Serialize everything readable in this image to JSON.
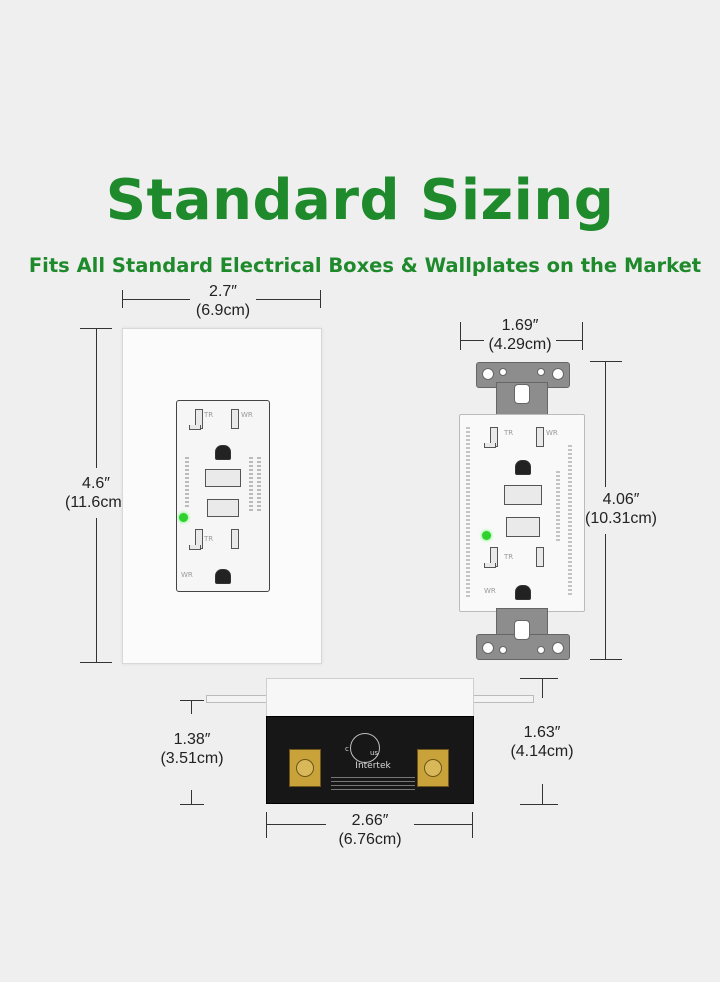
{
  "header": {
    "title": "Standard Sizing",
    "subtitle": "Fits All Standard Electrical Boxes & Wallplates on the Market"
  },
  "dimensions": {
    "plate_width": {
      "imperial": "2.7″",
      "metric": "(6.9cm)"
    },
    "plate_height": {
      "imperial": "4.6″",
      "metric": "(11.6cm)"
    },
    "receptacle_width": {
      "imperial": "1.69″",
      "metric": "(4.29cm)"
    },
    "receptacle_height": {
      "imperial": "4.06″",
      "metric": "(10.31cm)"
    },
    "body_depth": {
      "imperial": "1.38″",
      "metric": "(3.51cm)"
    },
    "total_depth": {
      "imperial": "1.63″",
      "metric": "(4.14cm)"
    },
    "body_width": {
      "imperial": "2.66″",
      "metric": "(6.76cm)"
    }
  },
  "product_labels": {
    "ul_c": "c",
    "ul_us": "us",
    "certifier": "Intertek"
  },
  "colors": {
    "brand_green": "#1f8a2c",
    "led_green": "#2fd12f",
    "terminal_brass": "#c9a23a"
  }
}
